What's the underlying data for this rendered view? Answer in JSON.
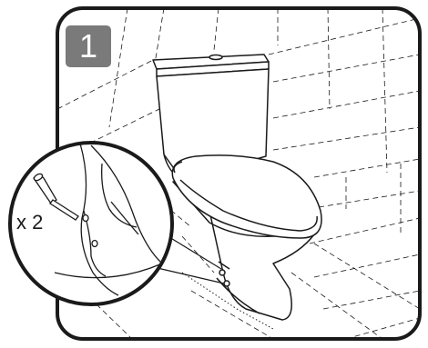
{
  "step": {
    "number": "1"
  },
  "callout": {
    "quantity_label": "x 2"
  },
  "colors": {
    "badge_background": "#7a7a7a",
    "badge_text": "#ffffff",
    "line": "#1a1a1a",
    "frame": "#1a1a1a"
  },
  "icons": [
    "toilet-illustration",
    "screwdriver-icon",
    "magnifier-callout"
  ]
}
